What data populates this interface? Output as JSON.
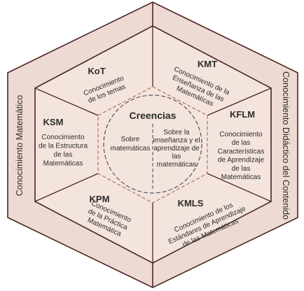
{
  "domains": {
    "left_label": "Conocimiento Matemático",
    "right_label": "Conocimiento Didáctico del Contenido"
  },
  "center": {
    "title": "Creencias",
    "left": [
      "Sobre",
      "matemáticas"
    ],
    "right": [
      "Sobre la",
      "enseñanza y el",
      "aprendizaje de",
      "las",
      "matemáticas"
    ]
  },
  "subdomains": {
    "kot": {
      "abbr": "KoT",
      "desc": [
        "Conocimiento",
        "de los temas"
      ]
    },
    "kmt": {
      "abbr": "KMT",
      "desc": [
        "Conocimiento de la",
        "Enseñanza de las",
        "Matemáticas"
      ]
    },
    "ksm": {
      "abbr": "KSM",
      "desc": [
        "Conocimiento",
        "de la Estructura",
        "de las",
        "Matemáticas"
      ]
    },
    "kflm": {
      "abbr": "KFLM",
      "desc": [
        "Conocimiento",
        "de las",
        "Características",
        "de Aprendizaje",
        "de las",
        "Matemáticas"
      ]
    },
    "kpm": {
      "abbr": "KPM",
      "desc": [
        "Conocimiento",
        "de la Práctica",
        "Matemática"
      ]
    },
    "kmls": {
      "abbr": "KMLS",
      "desc": [
        "Conocimiento de los",
        "Estándares de Aprendizaje",
        "de las Matemáticas"
      ]
    }
  },
  "colors": {
    "outer_fill": "#eddad3",
    "inner_fill": "#f4e4de",
    "line": "#4a2622",
    "dash": "#b0705a"
  }
}
